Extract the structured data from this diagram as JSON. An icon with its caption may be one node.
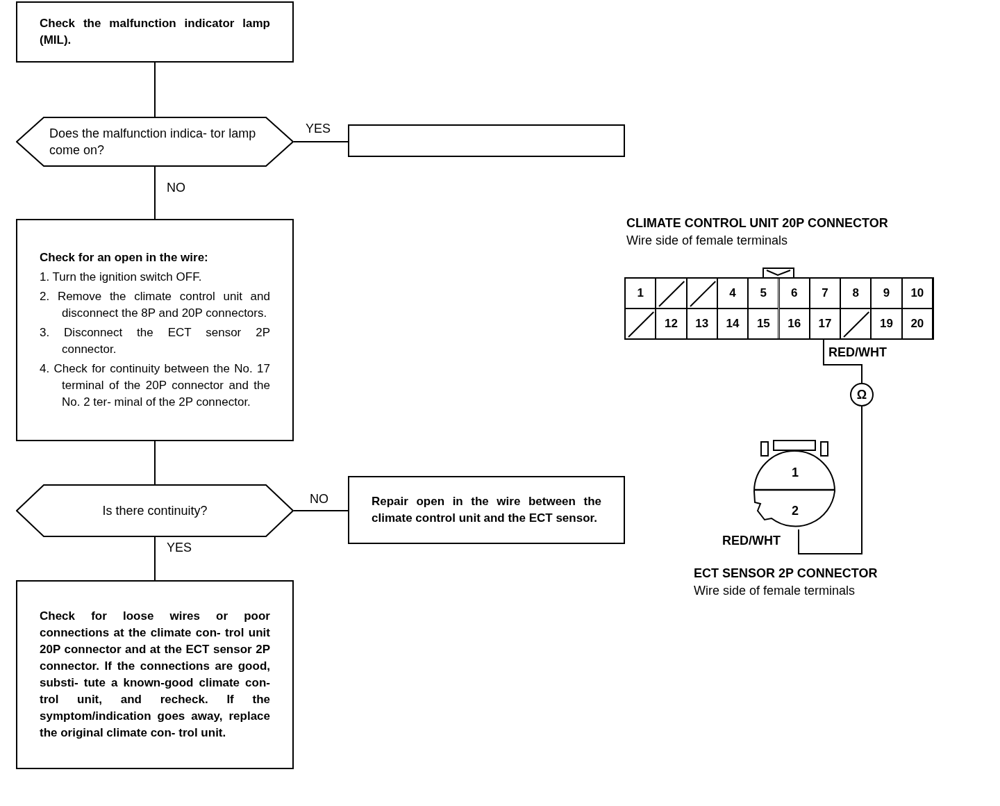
{
  "diagram": {
    "nodes": [
      {
        "text": [
          "Check the malfunction indicator lamp (MIL)."
        ]
      },
      {
        "text": [
          "Does the malfunction indica- tor lamp come on?"
        ]
      },
      {
        "text": [],
        "shape": "box"
      },
      {
        "text": [
          "Check for an open in the wire:",
          "1. Turn the ignition switch OFF.",
          "2. Remove the climate control unit and disconnect the 8P and 20P connectors.",
          "3. Disconnect the ECT sensor 2P connector.",
          "4. Check for continuity between the No. 17 terminal of the 20P connector and the No. 2 ter- minal of the 2P connector."
        ]
      },
      {
        "text": [
          "Is there continuity?"
        ]
      },
      {
        "text": [
          "Repair open in the wire between the climate control unit and the ECT sensor."
        ]
      },
      {
        "text": [
          "Check for loose wires or poor connections at the climate con- trol unit 20P connector and at the ECT sensor 2P connector. If the connections are good, substi- tute a known-good climate con- trol unit, and recheck. If the symptom/indication goes away, replace the original climate con- trol unit."
        ]
      },
      {
        "text": [
          "CLIMATE CONTROL UNIT 20P CONNECTOR",
          "Wire side of female terminals"
        ]
      },
      {
        "text": [
          "1"
        ],
        "in": 7
      },
      {
        "text": [],
        "shape": "box",
        "in": 7
      },
      {
        "text": [],
        "shape": "box",
        "in": 7
      },
      {
        "text": [
          "4"
        ],
        "in": 7
      },
      {
        "text": [
          "5"
        ],
        "in": 7
      },
      {
        "text": [
          "6"
        ],
        "in": 7
      },
      {
        "text": [
          "7"
        ],
        "in": 7
      },
      {
        "text": [
          "8"
        ],
        "in": 7
      },
      {
        "text": [
          "9"
        ],
        "in": 7
      },
      {
        "text": [
          "10"
        ],
        "in": 7
      },
      {
        "text": [],
        "shape": "box",
        "in": 7
      },
      {
        "text": [
          "12"
        ],
        "in": 7
      },
      {
        "text": [
          "13"
        ],
        "in": 7
      },
      {
        "text": [
          "14"
        ],
        "in": 7
      },
      {
        "text": [
          "15"
        ],
        "in": 7
      },
      {
        "text": [
          "16"
        ],
        "in": 7
      },
      {
        "text": [
          "17"
        ],
        "in": 7
      },
      {
        "text": [],
        "shape": "box",
        "in": 7
      },
      {
        "text": [
          "19"
        ],
        "in": 7
      },
      {
        "text": [
          "20"
        ],
        "in": 7
      },
      {
        "text": [
          "Ω"
        ]
      },
      {
        "text": [
          "ECT SENSOR 2P CONNECTOR",
          "Wire side of female terminals"
        ]
      },
      {
        "text": [
          "1"
        ],
        "in": 29
      },
      {
        "text": [
          "2"
        ],
        "in": 29
      }
    ],
    "edges": [
      {
        "from": 0,
        "to": 1,
        "arrow": "none"
      },
      {
        "from": 1,
        "to": 2,
        "arrow": "none",
        "label": "YES"
      },
      {
        "from": 1,
        "to": 3,
        "arrow": "none",
        "label": "NO"
      },
      {
        "from": 3,
        "to": 4,
        "arrow": "none"
      },
      {
        "from": 4,
        "to": 5,
        "arrow": "none",
        "label": "NO"
      },
      {
        "from": 4,
        "to": 6,
        "arrow": "none",
        "label": "YES"
      },
      {
        "from": 24,
        "to": 28,
        "arrow": "none",
        "label": "RED/WHT"
      },
      {
        "from": 28,
        "to": 31,
        "arrow": "none",
        "label": "RED/WHT"
      }
    ]
  }
}
